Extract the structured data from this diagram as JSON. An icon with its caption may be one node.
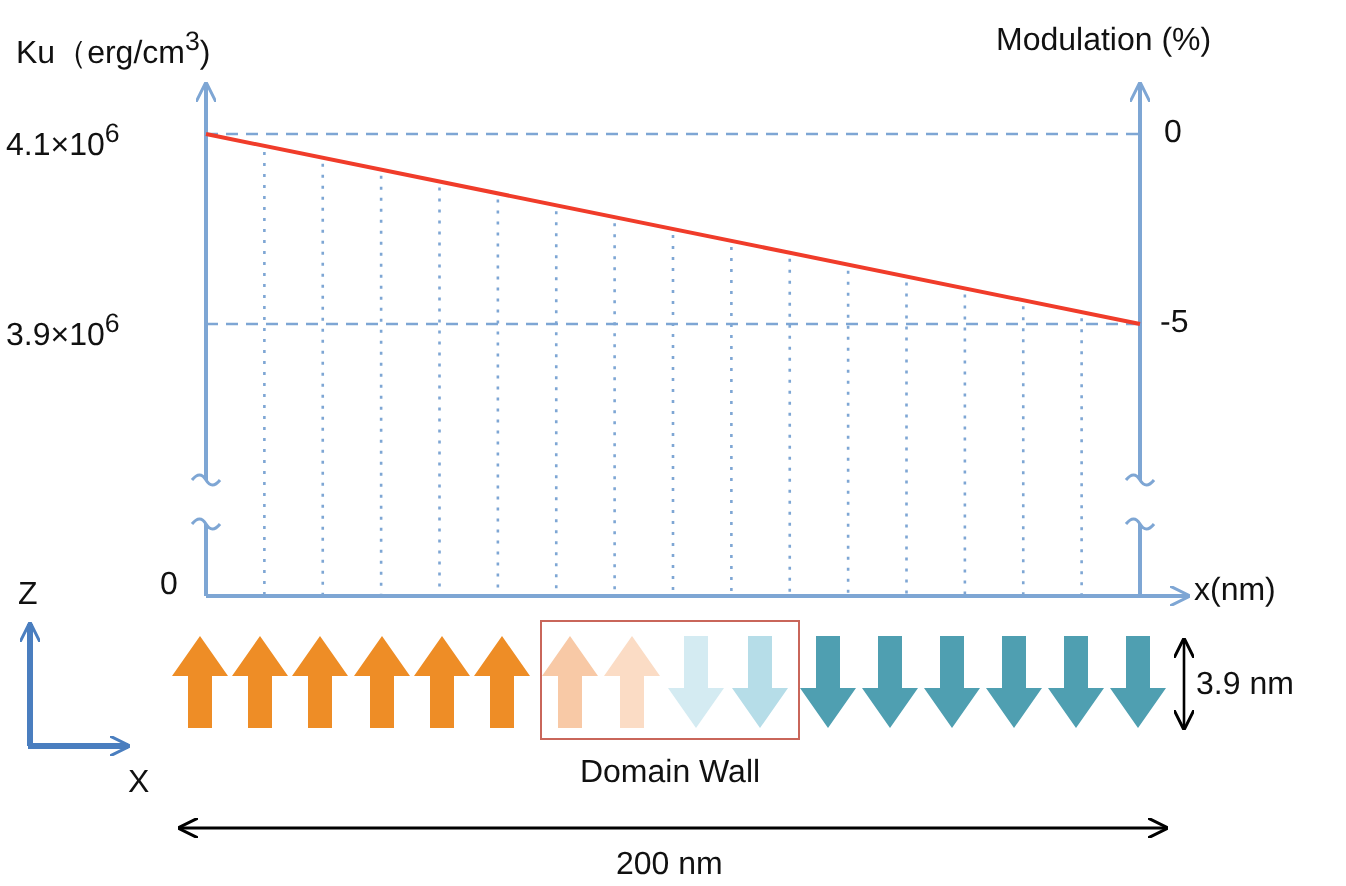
{
  "diagram": {
    "nodes": [
      {
        "text": [
          "Domain Wall"
        ]
      }
    ],
    "edges": [],
    "labels": [
      "Ku（erg/cm$^{3}$)",
      "Modulation (%)",
      "4.1×10$^{6}$",
      "0",
      "3.9×10$^{6}$",
      "-5",
      "Z",
      "0",
      "x(nm)",
      "X",
      "3.9 nm",
      "200 nm"
    ]
  }
}
